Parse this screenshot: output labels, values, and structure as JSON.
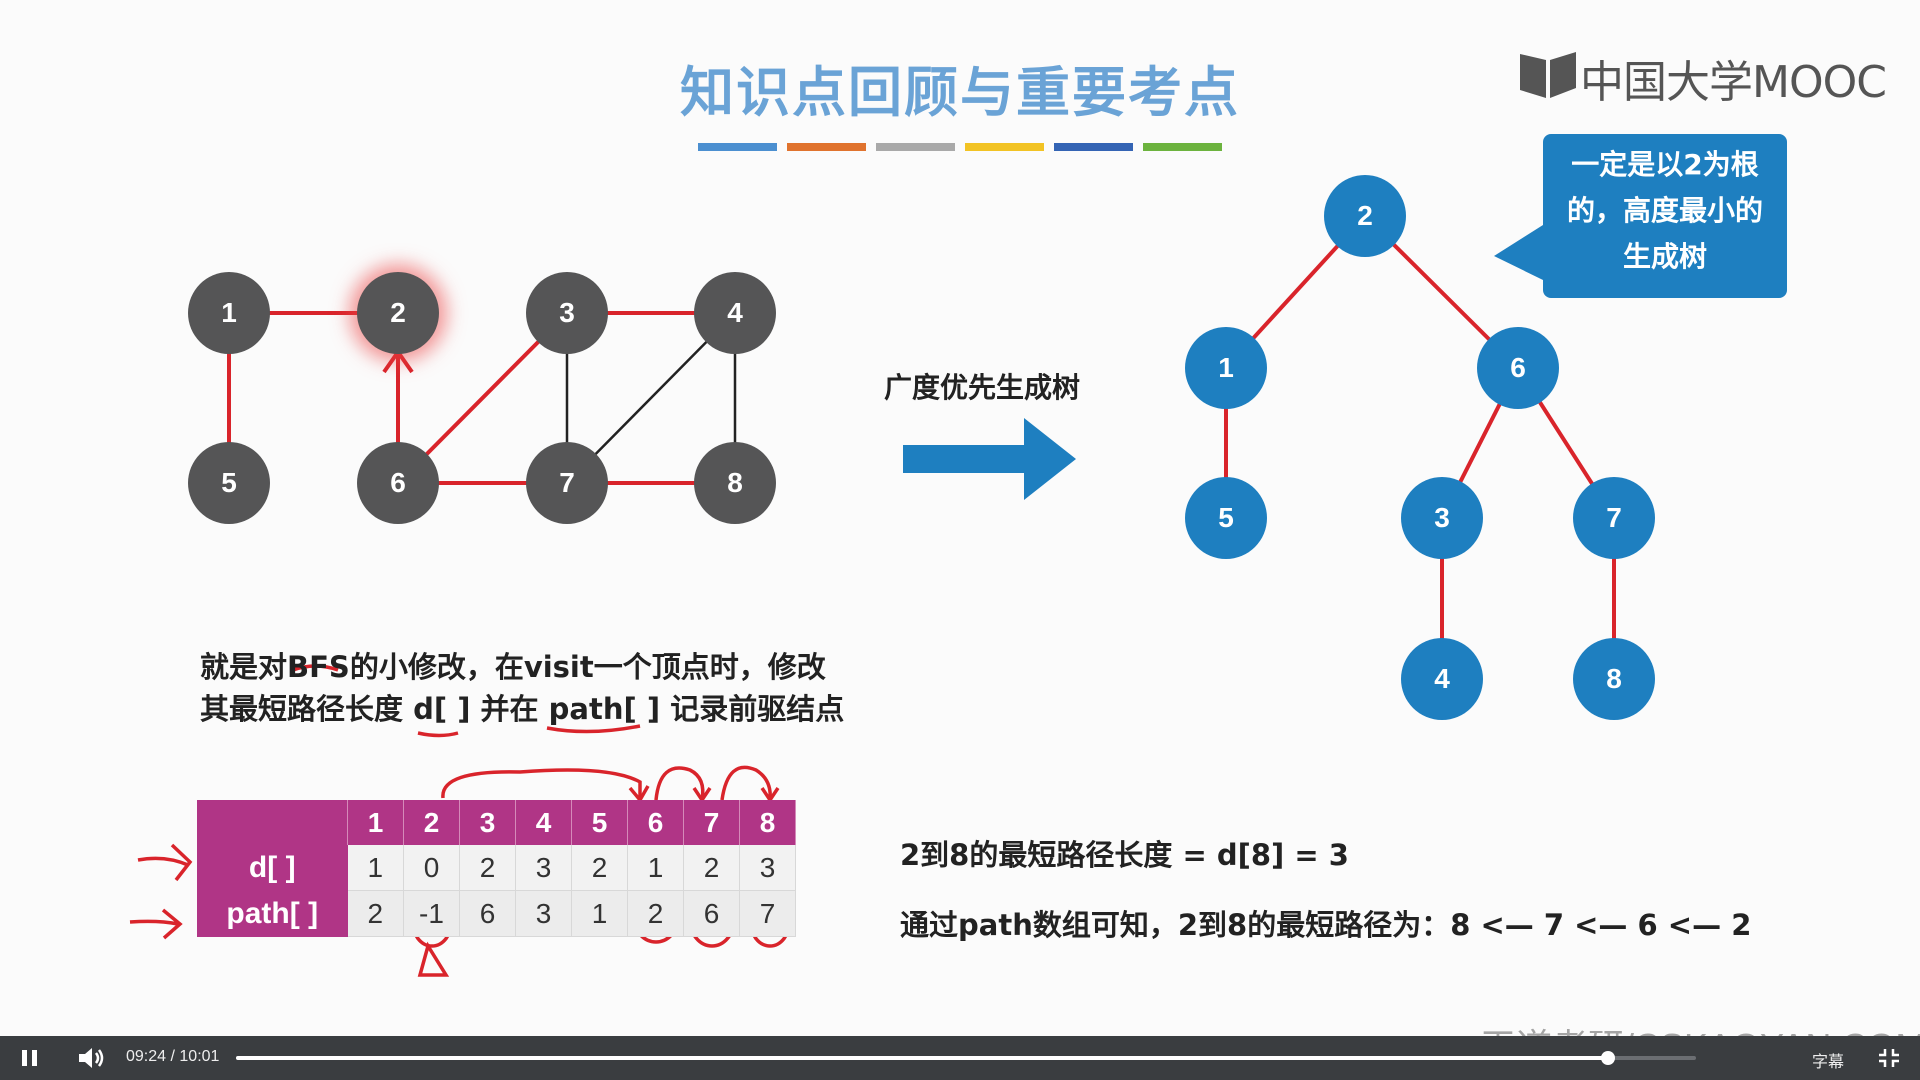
{
  "slide": {
    "title": "知识点回顾与重要考点",
    "color_bars": [
      "#4b8fd0",
      "#e0732e",
      "#a9a9a9",
      "#f2c324",
      "#3464b4",
      "#6cb33e"
    ],
    "logo_text": "中国大学MOOC",
    "graph": {
      "node_labels": [
        "1",
        "2",
        "3",
        "4",
        "5",
        "6",
        "7",
        "8"
      ],
      "highlighted_node": "2"
    },
    "arrow_label": "广度优先生成树",
    "callout": [
      "一定是以2为根",
      "的，高度最小的",
      "生成树"
    ],
    "tree": {
      "node_labels": [
        "2",
        "1",
        "6",
        "5",
        "3",
        "7",
        "4",
        "8"
      ]
    },
    "note_line1_before": "就是对",
    "note_bfs": "BFS",
    "note_line1_after": "的小修改，在visit一个顶点时，修改",
    "note_line2": "其最短路径长度 d[ ] 并在 path[ ] 记录前驱结点",
    "table": {
      "headers": [
        "1",
        "2",
        "3",
        "4",
        "5",
        "6",
        "7",
        "8"
      ],
      "rows": [
        {
          "label": "d[ ]",
          "values": [
            "1",
            "0",
            "2",
            "3",
            "2",
            "1",
            "2",
            "3"
          ]
        },
        {
          "label": "path[ ]",
          "values": [
            "2",
            "-1",
            "6",
            "3",
            "1",
            "2",
            "6",
            "7"
          ]
        }
      ]
    },
    "result_line1": "2到8的最短路径长度 = d[8] = 3",
    "result_line2": "通过path数组可知，2到8的最短路径为：8  <—  7  <— 6  <—  2",
    "watermark": "王道考研/CSKAOYAN.COM",
    "accent_red": "#d9242b",
    "tree_blue": "#1e7fc0",
    "table_magenta": "#b03586"
  },
  "player": {
    "current_time": "09:24",
    "separator": "/",
    "duration": "10:01",
    "progress": 0.94,
    "subtitle_label": "字幕",
    "play_state": "pause-icon",
    "volume_icon": "volume-icon",
    "fullscreen_icon": "exit-fullscreen-icon"
  }
}
